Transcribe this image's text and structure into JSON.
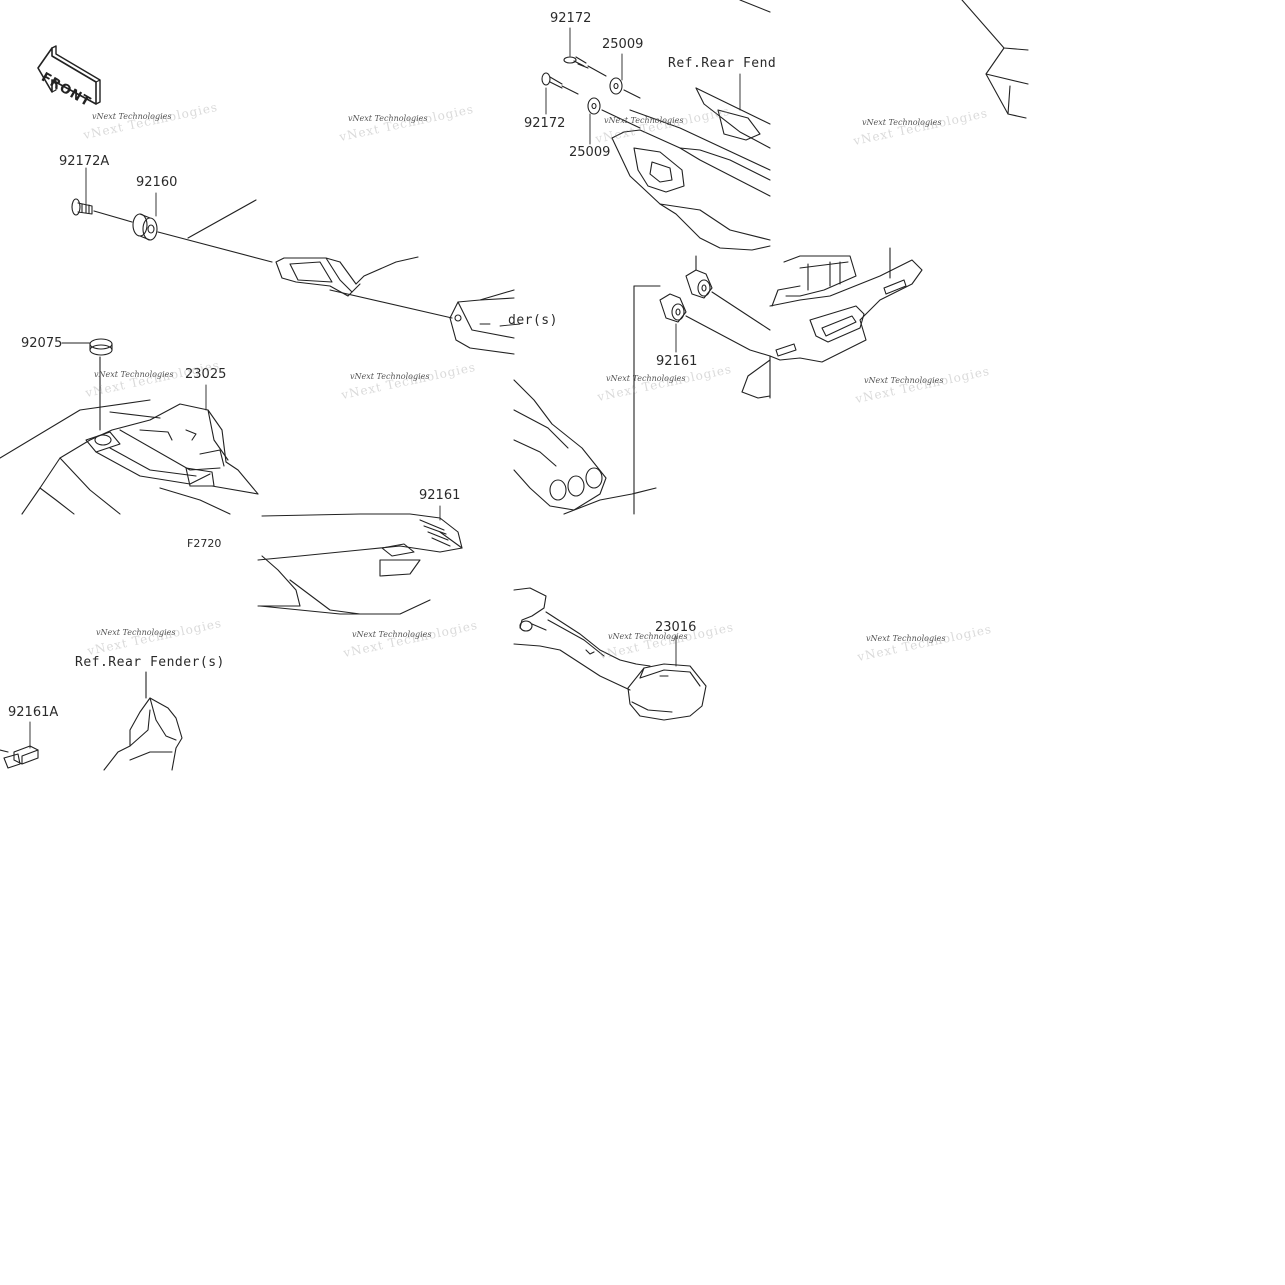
{
  "diagram": {
    "front_arrow_text": "FRONT",
    "figure_code": "F2720",
    "watermark": {
      "small_text": "vNext Technologies",
      "big_text": "vNext Technologies"
    },
    "part_labels": [
      {
        "id": "p-92172-top",
        "text": "92172"
      },
      {
        "id": "p-25009-top",
        "text": "25009"
      },
      {
        "id": "p-92172-mid",
        "text": "92172"
      },
      {
        "id": "p-25009-mid",
        "text": "25009"
      },
      {
        "id": "p-92172A",
        "text": "92172A"
      },
      {
        "id": "p-92160",
        "text": "92160"
      },
      {
        "id": "p-92075",
        "text": "92075"
      },
      {
        "id": "p-23025",
        "text": "23025"
      },
      {
        "id": "p-92161-right",
        "text": "92161"
      },
      {
        "id": "p-92161-center",
        "text": "92161"
      },
      {
        "id": "p-23016",
        "text": "23016"
      },
      {
        "id": "p-92161A",
        "text": "92161A"
      }
    ],
    "ref_labels": [
      {
        "id": "ref-top",
        "text": "Ref.Rear Fend"
      },
      {
        "id": "ref-mid",
        "text": "der(s)"
      },
      {
        "id": "ref-bottom",
        "text": "Ref.Rear Fender(s)"
      }
    ]
  }
}
